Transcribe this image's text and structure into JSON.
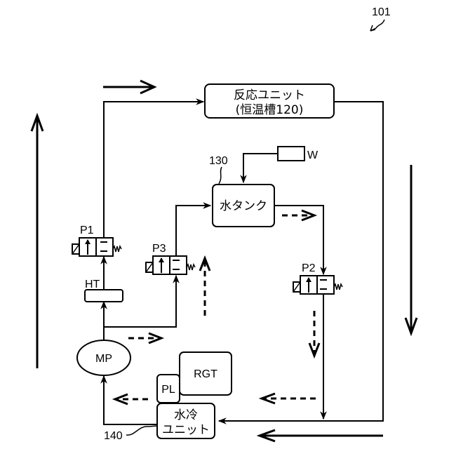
{
  "figure": {
    "ref_number": "101"
  },
  "components": {
    "reaction_unit": {
      "line1": "反応ユニット",
      "line2": "(恒温槽120)"
    },
    "water_tank": {
      "label": "水タンク",
      "ref": "130"
    },
    "water_source": {
      "label": "W"
    },
    "valve_p1": {
      "label": "P1"
    },
    "valve_p2": {
      "label": "P2"
    },
    "valve_p3": {
      "label": "P3"
    },
    "heater": {
      "label": "HT"
    },
    "pump": {
      "label": "MP"
    },
    "regulator": {
      "label": "RGT"
    },
    "pl_unit": {
      "label": "PL"
    },
    "cooling_unit": {
      "line1": "水冷",
      "line2": "ユニット",
      "ref": "140"
    }
  },
  "flow": {
    "solid_arrows": [
      "right-top",
      "up-left",
      "down-right",
      "left-bottom"
    ],
    "dashed_arrows": [
      "right-tank",
      "up-p3",
      "right-bottom-mp",
      "down-p2",
      "left-cooling-right",
      "left-cooling-left"
    ]
  }
}
